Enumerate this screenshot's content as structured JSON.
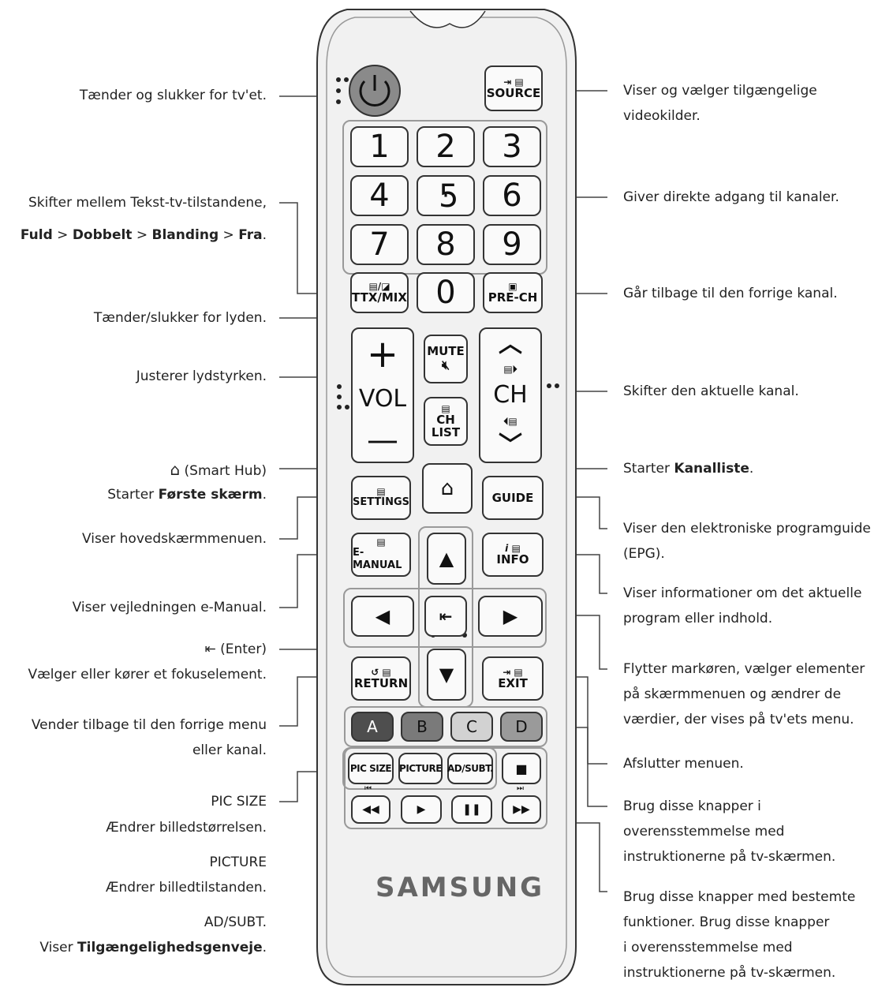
{
  "labels_left": {
    "power": "Tænder og slukker for tv'et.",
    "ttx_line1": "Skifter mellem Tekst-tv-tilstandene,",
    "ttx_line2": {
      "fuld": "Fuld",
      "sep": " > ",
      "dobbelt": "Dobbelt",
      "blanding": "Blanding",
      "fra": "Fra",
      "end": "."
    },
    "mute": "Tænder/slukker for lyden.",
    "vol": "Justerer lydstyrken.",
    "smarthub_line1": "(Smart Hub)",
    "smarthub_line2_pre": "Starter ",
    "smarthub_line2_bold": "Første skærm",
    "smarthub_line2_end": ".",
    "settings": "Viser hovedskærmmenuen.",
    "emanual": "Viser vejledningen e-Manual.",
    "enter_line1": "(Enter)",
    "enter_line2": "Vælger eller kører et fokuselement.",
    "return_line1": "Vender tilbage til den forrige menu",
    "return_line2": "eller kanal.",
    "picsize_title": "PIC SIZE",
    "picsize_desc": "Ændrer billedstørrelsen.",
    "picture_title": "PICTURE",
    "picture_desc": "Ændrer billedtilstanden.",
    "adsubt_title": "AD/SUBT.",
    "adsubt_desc_pre": "Viser ",
    "adsubt_desc_bold": "Tilgængelighedsgenveje",
    "adsubt_desc_end": "."
  },
  "labels_right": {
    "source_line1": "Viser og vælger tilgængelige",
    "source_line2": "videokilder.",
    "numbers": "Giver direkte adgang til kanaler.",
    "prech": "Går tilbage til den forrige kanal.",
    "ch": "Skifter den aktuelle kanal.",
    "chlist_pre": "Starter ",
    "chlist_bold": "Kanalliste",
    "chlist_end": ".",
    "guide_line1": "Viser den elektroniske programguide",
    "guide_line2": "(EPG).",
    "info_line1": "Viser informationer om det aktuelle",
    "info_line2": "program eller indhold.",
    "nav_line1": "Flytter markøren, vælger elementer",
    "nav_line2": "på skærmmenuen og ændrer de",
    "nav_line3": "værdier, der vises på tv'ets menu.",
    "exit": "Afslutter menuen.",
    "color_line1": "Brug disse knapper i",
    "color_line2": "overensstemmelse med",
    "color_line3": "instruktionerne på tv-skærmen.",
    "media_line1": "Brug disse knapper med bestemte",
    "media_line2": "funktioner. Brug disse knapper",
    "media_line3": "i overensstemmelse med",
    "media_line4": "instruktionerne på tv-skærmen."
  },
  "remote": {
    "source": "SOURCE",
    "digits": [
      "1",
      "2",
      "3",
      "4",
      "5",
      "6",
      "7",
      "8",
      "9",
      "0"
    ],
    "ttx": "TTX/MIX",
    "prech": "PRE-CH",
    "mute": "MUTE",
    "vol": "VOL",
    "vol_plus": "+",
    "vol_minus": "—",
    "ch": "CH",
    "chlist_line1": "CH",
    "chlist_line2": "LIST",
    "settings": "SETTINGS",
    "guide": "GUIDE",
    "emanual": "E-MANUAL",
    "info": "INFO",
    "return": "RETURN",
    "exit": "EXIT",
    "color_a": "A",
    "color_b": "B",
    "color_c": "C",
    "color_d": "D",
    "picsize": "PIC SIZE",
    "picture": "PICTURE",
    "adsubt": "AD/SUBT.",
    "brand": "SAMSUNG",
    "colors": {
      "a": "#4e4e4e",
      "b": "#7a7a7a",
      "c": "#d2d2d2",
      "d": "#9a9a9a",
      "power": "#8a8a8a",
      "body": "#f1f1f1"
    }
  }
}
